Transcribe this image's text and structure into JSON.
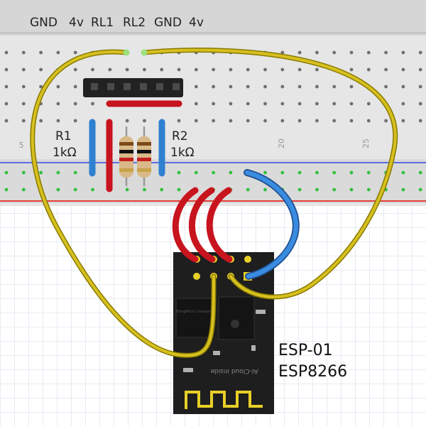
{
  "header_labels": [
    "GND",
    "4v",
    "RL1",
    "RL2",
    "GND",
    "4v"
  ],
  "breadboard_numbers": [
    "5",
    "20",
    "25"
  ],
  "resistors": [
    {
      "name": "R1",
      "value": "1kΩ"
    },
    {
      "name": "R2",
      "value": "1kΩ"
    }
  ],
  "module": {
    "line1": "ESP-01",
    "line2": "ESP8266"
  },
  "silkscreen": {
    "antenna_text": "AI-Cloud inside",
    "chip_text": "HongMicro Company"
  },
  "colors": {
    "wire_red": "#c8141e",
    "wire_blue": "#2f80d0",
    "wire_yellow": "#c8b400",
    "wire_yellow_edge": "#8a7a00",
    "board": "#d8d8d8",
    "rail_blue_line": "#5a6ee0",
    "rail_red_line": "#e0403a",
    "hole": "#6f6f6f",
    "hole_green": "#33c040",
    "pcb": "#1e1e1e",
    "pin_gold": "#e8cf28"
  },
  "icons": [
    "resistor",
    "pin-header",
    "esp01-module",
    "jumper-wire"
  ]
}
